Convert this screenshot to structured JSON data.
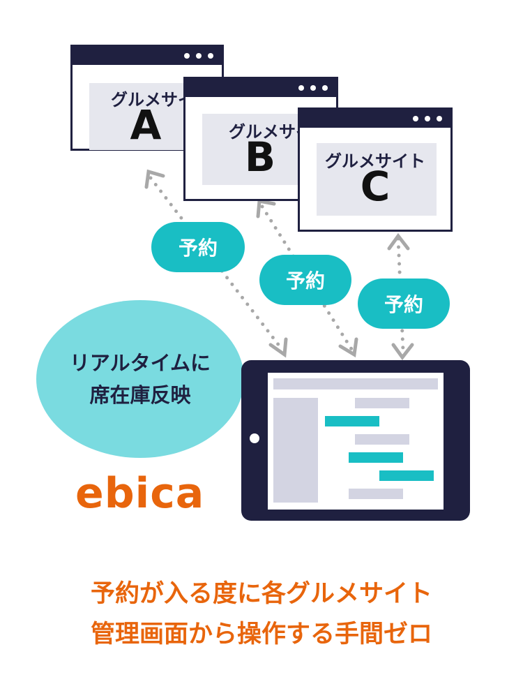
{
  "colors": {
    "navy": "#1f2040",
    "teal": "#19bec4",
    "light_teal": "#7adbe0",
    "orange": "#e8650c",
    "gray_panel": "#e6e7ee",
    "arrow": "#a8a8a8"
  },
  "sites": [
    {
      "name": "グルメサイト",
      "letter": "A"
    },
    {
      "name": "グルメサイト",
      "letter": "B"
    },
    {
      "name": "グルメサイト",
      "letter": "C"
    }
  ],
  "reservation_label": "予約",
  "bubble": {
    "line1": "リアルタイムに",
    "line2": "席在庫反映"
  },
  "logo": "ebica",
  "caption": {
    "line1": "予約が入る度に各グルメサイト",
    "line2": "管理画面から操作する手間ゼロ"
  }
}
